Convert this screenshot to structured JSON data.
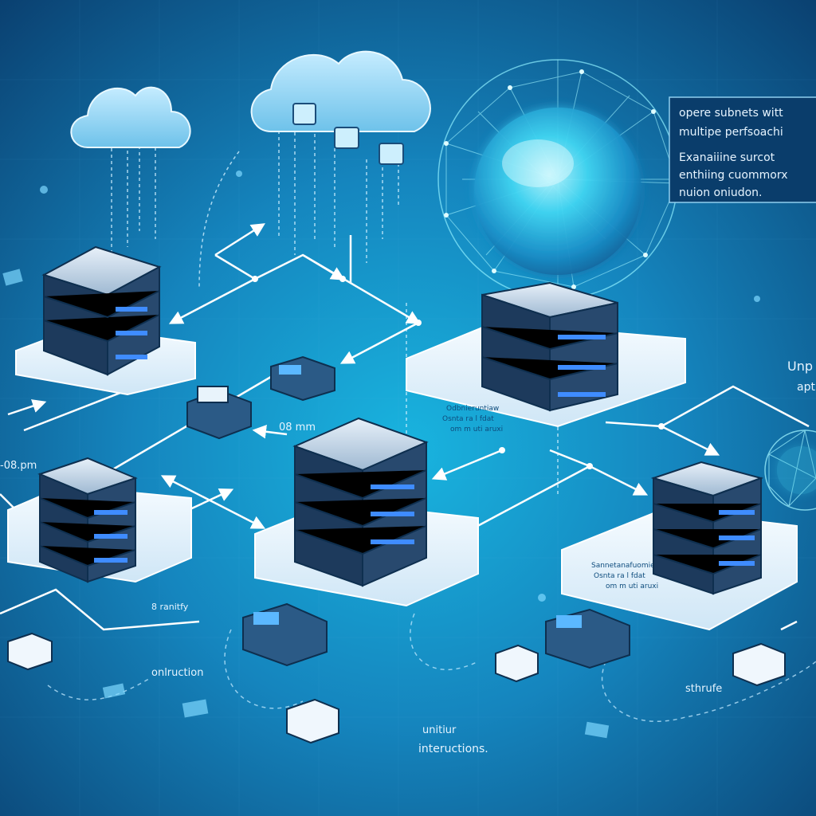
{
  "info_panel": {
    "lines": [
      "opere subnets witt",
      "multipe perfsoachi",
      "Exanaiiine surcot",
      "enthiing cuommorx",
      "nuion oniudon."
    ]
  },
  "labels": {
    "right_top": "Unp",
    "right_second": "apt",
    "left_time": "-08.pm",
    "center_time": "08 mm",
    "server_left_bottom": "8 ranitfy",
    "bottom_left": "onlruction",
    "bottom_center_1": "unitiur",
    "bottom_center_2": "inteructions.",
    "bottom_right": "sthrufe"
  },
  "platform_captions": {
    "top_right_server_1": "Odbnieruntiaw",
    "top_right_server_2": "Osnta ra l fdat",
    "top_right_server_3": "om m uti aruxi",
    "bottom_right_server_1": "Sannetanafuomieruig",
    "bottom_right_server_2": "Osnta ra l fdat",
    "bottom_right_server_3": "om m uti aruxi"
  },
  "colors": {
    "background_center": "#17a6d8",
    "background_edge": "#0a3f6f",
    "platform": "#eaf6ff",
    "server_body": "#1d3a5c",
    "server_light": "#3f8cff",
    "cloud": "#8fd3f4",
    "globe_glow": "#5fe6ff"
  }
}
